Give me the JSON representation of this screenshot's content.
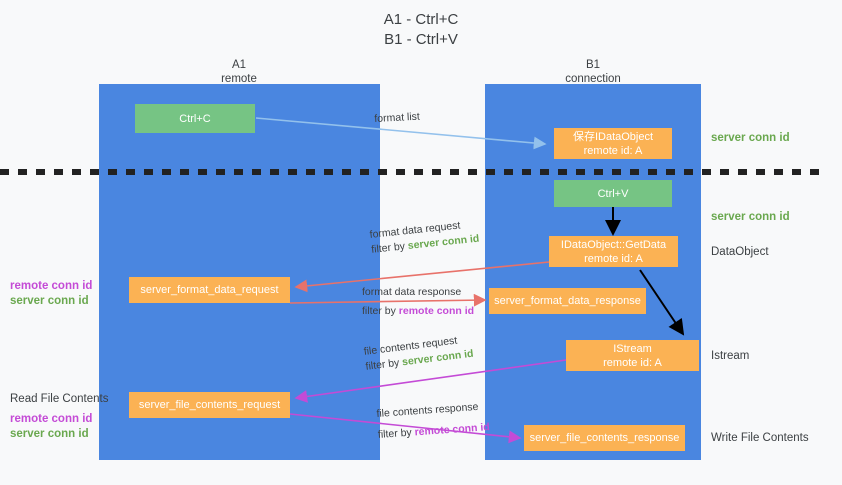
{
  "title": {
    "line1": "A1 - Ctrl+C",
    "line2": "B1 - Ctrl+V"
  },
  "columns": [
    {
      "name": "A1",
      "subtitle": "remote"
    },
    {
      "name": "B1",
      "subtitle": "connection"
    }
  ],
  "colors": {
    "panel": "#4a86e0",
    "green_box": "#76c484",
    "orange_box": "#fbb254",
    "server_conn": "#6aa84f",
    "remote_conn": "#c44bd6",
    "blue_arrow": "#93c1ec",
    "red_arrow": "#e8726a",
    "magenta_arrow": "#c44bd6",
    "black_arrow": "#000000",
    "background": "#f8f9fa"
  },
  "nodes": {
    "ctrl_c": {
      "label": "Ctrl+C"
    },
    "save_dataobject": {
      "label": "保存IDataObject",
      "sub": "remote id: A"
    },
    "ctrl_v": {
      "label": "Ctrl+V"
    },
    "getdata": {
      "label": "IDataObject::GetData",
      "sub": "remote id: A"
    },
    "istream": {
      "label": "IStream",
      "sub": "remote id: A"
    },
    "format_data_request": {
      "label": "server_format_data_request"
    },
    "format_data_response": {
      "label": "server_format_data_response"
    },
    "file_contents_request": {
      "label": "server_file_contents_request"
    },
    "file_contents_response": {
      "label": "server_file_contents_response"
    }
  },
  "right_labels": {
    "server_conn_1": "server conn id",
    "server_conn_2": "server conn id",
    "dataobject": "DataObject",
    "istream": "Istream",
    "write_file_contents": "Write File Contents"
  },
  "left_labels": {
    "remote_conn_1": "remote conn id",
    "server_conn_1": "server conn id",
    "read_file_contents": "Read File Contents",
    "remote_conn_2": "remote conn id",
    "server_conn_2": "server conn id"
  },
  "edges": {
    "format_list": "format list",
    "format_data_request": {
      "line1": "format data request",
      "filter_prefix": "filter by ",
      "filter_value": "server conn id"
    },
    "format_data_response": {
      "line1": "format data response",
      "filter_prefix": "filter by ",
      "filter_value": "remote conn id"
    },
    "file_contents_request": {
      "line1": "file contents request",
      "filter_prefix": "filter by ",
      "filter_value": "server conn id"
    },
    "file_contents_response": {
      "line1": "file contents response",
      "filter_prefix": "filter by ",
      "filter_value": "remote conn id"
    }
  }
}
